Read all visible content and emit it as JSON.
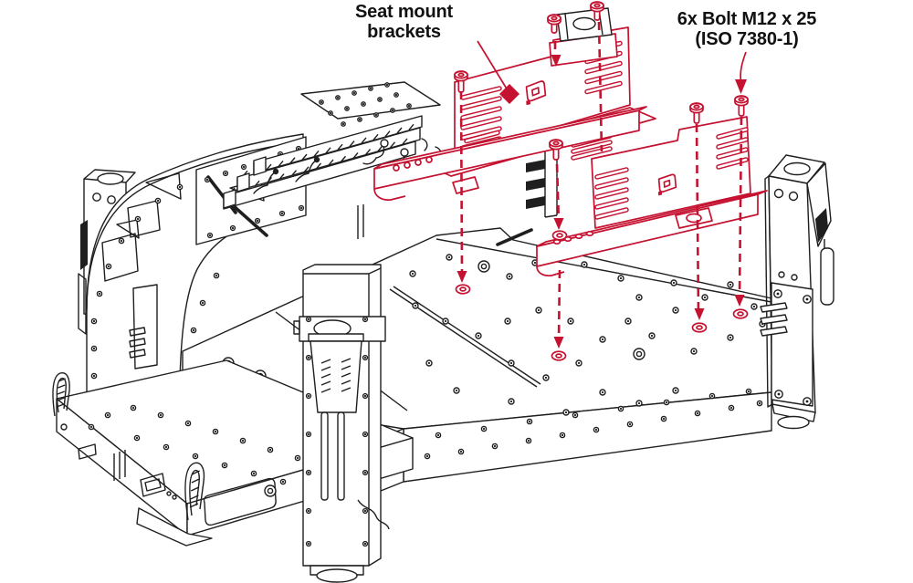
{
  "colors": {
    "background": "#ffffff",
    "line": "#1f1f1f",
    "highlight": "#c41230",
    "text": "#111111"
  },
  "labels": {
    "seat_brackets": {
      "line1": "Seat mount",
      "line2": "brackets"
    },
    "bolt_spec": {
      "line1": "6x Bolt M12 x 25",
      "line2": "(ISO 7380-1)"
    }
  },
  "callouts": {
    "highlighted_parts": [
      "seat-mount-bracket-left",
      "seat-mount-bracket-right"
    ],
    "fastener_quantity": 6,
    "fastener_name": "Bolt M12 x 25",
    "fastener_standard": "ISO 7380-1"
  }
}
